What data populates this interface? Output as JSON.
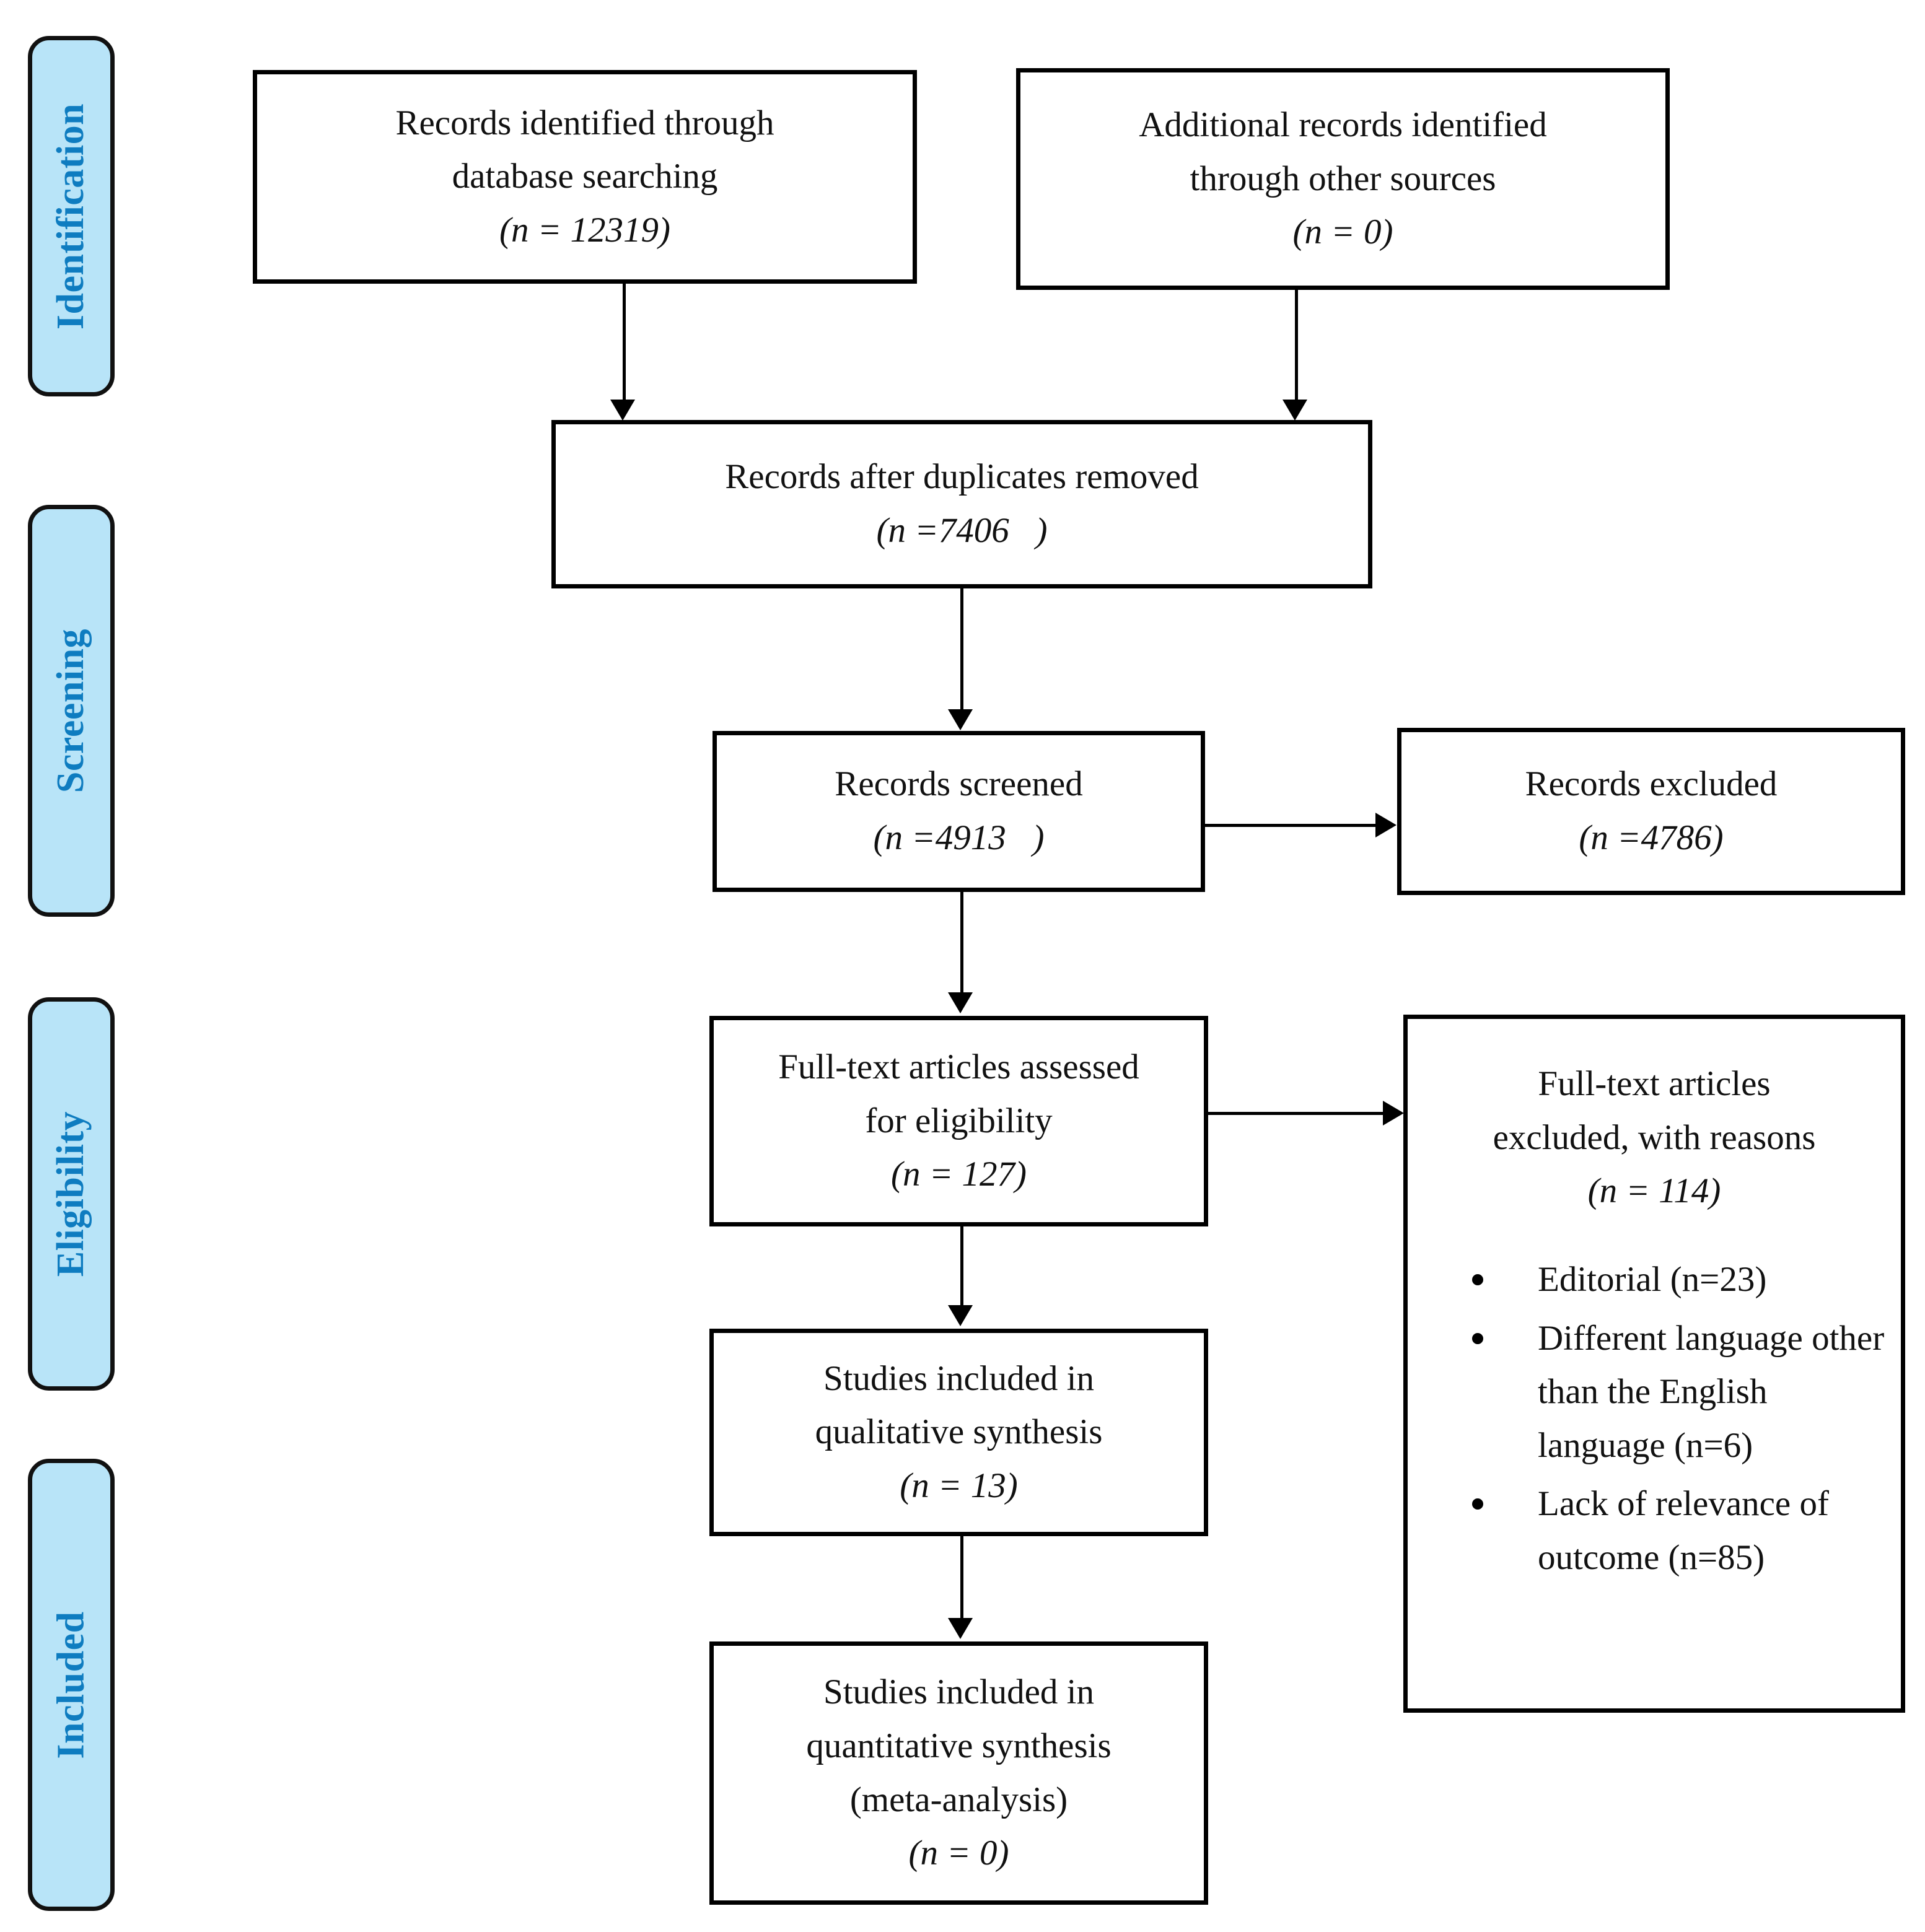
{
  "diagram": {
    "title": "PRISMA flow diagram",
    "accent_blue": "#0e7cc0",
    "pill_fill": "#b8e4f8",
    "border_color": "#000000"
  },
  "stages": [
    {
      "id": "identification",
      "label": "Identification"
    },
    {
      "id": "screening",
      "label": "Screening"
    },
    {
      "id": "eligibility",
      "label": "Eligibility"
    },
    {
      "id": "included",
      "label": "Included"
    }
  ],
  "boxes": {
    "records_identified": {
      "line1": "Records identified through",
      "line2": "database searching",
      "count": "(n = 12319)"
    },
    "additional_records": {
      "line1": "Additional records identified",
      "line2": "through other sources",
      "count": "(n = 0)"
    },
    "duplicates_removed": {
      "line1": "Records after duplicates removed",
      "count": "(n =7406   )"
    },
    "records_screened": {
      "line1": "Records screened",
      "count": "(n =4913   )"
    },
    "records_excluded": {
      "line1": "Records excluded",
      "count": "(n =4786)"
    },
    "fulltext_assessed": {
      "line1": "Full-text articles assessed",
      "line2": "for eligibility",
      "count": "(n = 127)"
    },
    "fulltext_excluded": {
      "line1": "Full-text articles",
      "line2": "excluded, with reasons",
      "count": "(n = 114)",
      "reasons": [
        "Editorial (n=23)",
        "Different language other than the English language (n=6)",
        "Lack of relevance of outcome (n=85)"
      ]
    },
    "qualitative_synthesis": {
      "line1": "Studies included in",
      "line2": "qualitative synthesis",
      "count": "(n = 13)"
    },
    "quantitative_synthesis": {
      "line1": "Studies included in",
      "line2": "quantitative synthesis",
      "line3": "(meta-analysis)",
      "count": "(n = 0)"
    }
  }
}
